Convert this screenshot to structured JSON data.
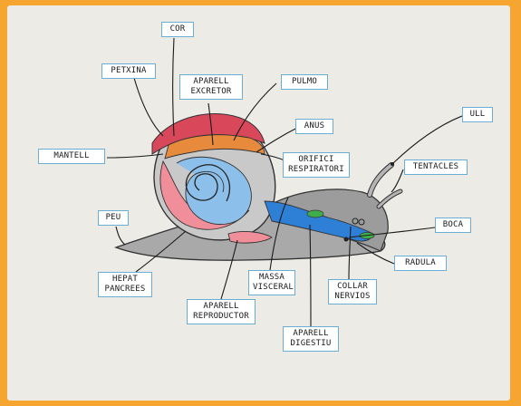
{
  "colors": {
    "frame": "#f7a531",
    "paper": "#ecebe6",
    "label_border": "#6aaed6",
    "body": "#a9a9a9",
    "shell_red": "#d9485a",
    "shell_orange": "#e88a3c",
    "shell_pink": "#f08f9a",
    "shell_blue": "#6aaee0",
    "digestive_blue": "#2e7fd6",
    "green": "#3fae4a",
    "ink": "#1a1a1a"
  },
  "labels": {
    "cor": "COR",
    "petxina": "PETXINA",
    "aparell_excretor": "APARELL\nEXCRETOR",
    "pulmo": "PULMO",
    "anus": "ANUS",
    "orifici_respiratori": "ORIFICI\nRESPIRATORI",
    "ull": "ULL",
    "tentacles": "TENTACLES",
    "mantell": "MANTELL",
    "peu": "PEU",
    "boca": "BOCA",
    "radula": "RADULA",
    "hepat_pancrees": "HEPAT\nPANCREES",
    "massa_visceral": "MASSA\nVISCERAL",
    "collar_nervios": "COLLAR\nNERVIOS",
    "aparell_reproductor": "APARELL\nREPRODUCTOR",
    "aparell_digestiu": "APARELL\nDIGESTIU"
  }
}
